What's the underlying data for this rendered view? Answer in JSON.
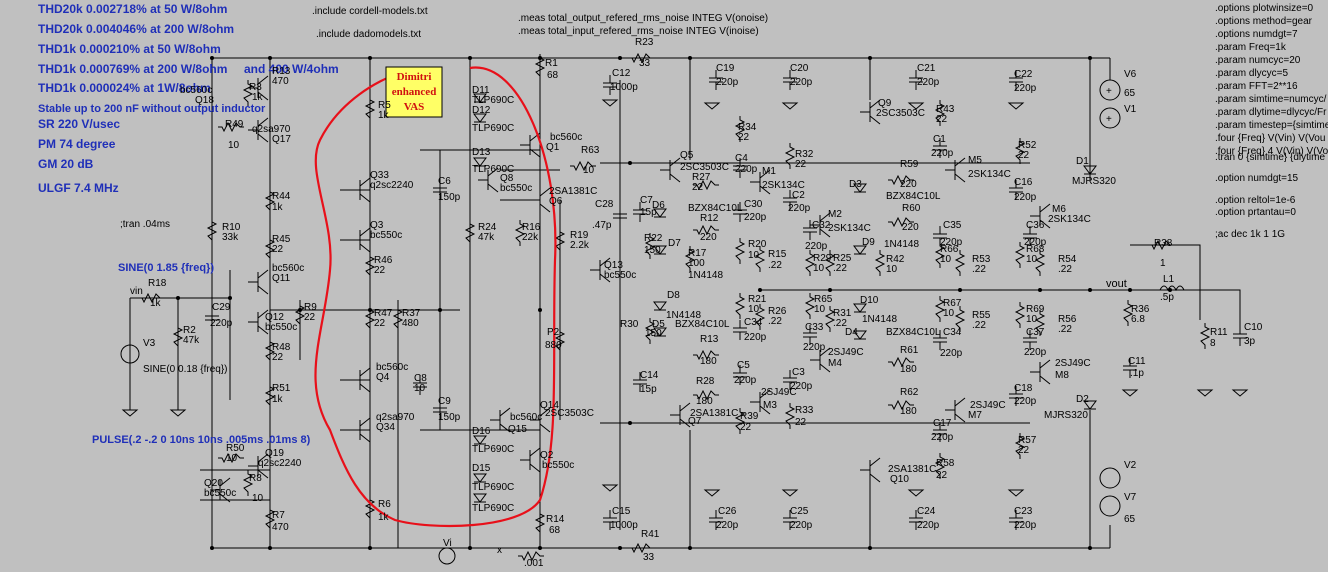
{
  "notes": {
    "thd": [
      "THD20k 0.002718% at 50 W/8ohm",
      "THD20k 0.004046% at 200 W/8ohm",
      "THD1k 0.000210% at 50 W/8ohm",
      "THD1k 0.000769% at 200 W/8ohm",
      "THD1k 0.000024% at 1W/8ohm"
    ],
    "thd_extra": "and 400 W/4ohm",
    "stable": "Stable up to 200 nF without output inductor",
    "specs": [
      "SR 220 V/usec",
      "PM  74 degree",
      "GM  20 dB",
      "ULGF 7.4 MHz"
    ],
    "tran_cmt": ";tran .04ms",
    "sine1": "SINE(0 1.85 {freq})",
    "sine2": "SINE(0 0.18 {freq})",
    "pulse": "PULSE(.2 -.2 0 10ns 10ns .005ms .01ms 8)"
  },
  "directives": {
    "includes": [
      ".include cordell-models.txt",
      ".include dadomodels.txt"
    ],
    "meas": [
      ".meas total_output_refered_rms_noise INTEG V(onoise)",
      ".meas total_input_refered_rms_noise INTEG V(inoise)"
    ],
    "options": [
      ".options plotwinsize=0",
      ".options method=gear",
      ".options numdgt=7",
      ".param Freq=1k",
      ".param numcyc=20",
      ".param dlycyc=5",
      ".param FFT=2**16",
      ".param simtime=numcyc/",
      ".param dlytime=dlycyc/Fr",
      ".param timestep={simtime",
      ".four {Freq} V(Vin) V(Vou",
      ".four {Freq} 4 V(Vin) V(Vo"
    ],
    "tran": ".tran 0 {simtime} {dlytime",
    "numdgt15": ".option numdgt=15",
    "reltol": ".option reltol=1e-6",
    "prtantau": ".option prtantau=0",
    "ac": ";ac dec 1k 1 1G"
  },
  "banner": {
    "line1": "Dimitri",
    "line2": "enhanced",
    "line3": "VAS",
    "bg": "#ffff66",
    "fg": "#d01010"
  },
  "nets": {
    "vin": "vin",
    "vout": "vout",
    "vi": "Vi",
    "x": "x"
  },
  "labels": [
    [
      "Q18",
      195,
      103
    ],
    [
      "bc560c",
      180,
      93
    ],
    [
      "R3",
      249,
      90
    ],
    [
      "1k",
      252,
      100
    ],
    [
      "R13",
      272,
      74
    ],
    [
      "470",
      272,
      84
    ],
    [
      "R49",
      225,
      127
    ],
    [
      "10",
      228,
      148
    ],
    [
      "q2sa970",
      252,
      132
    ],
    [
      "Q17",
      272,
      142
    ],
    [
      "R44",
      272,
      199
    ],
    [
      "1k",
      272,
      210
    ],
    [
      "Q33",
      370,
      178
    ],
    [
      "q2sc2240",
      370,
      188
    ],
    [
      "R10",
      222,
      230
    ],
    [
      "33k",
      222,
      240
    ],
    [
      "R45",
      272,
      242
    ],
    [
      "22",
      272,
      252
    ],
    [
      "Q3",
      370,
      228
    ],
    [
      "bc550c",
      370,
      238
    ],
    [
      "R46",
      374,
      263
    ],
    [
      "22",
      374,
      273
    ],
    [
      "bc560c",
      272,
      271
    ],
    [
      "Q11",
      272,
      281
    ],
    [
      "R18",
      148,
      286
    ],
    [
      "1k",
      150,
      306
    ],
    [
      "C29",
      212,
      310
    ],
    [
      "220p",
      210,
      326
    ],
    [
      "R2",
      183,
      333
    ],
    [
      "47k",
      183,
      343
    ],
    [
      "Q12",
      265,
      320
    ],
    [
      "bc550c",
      265,
      330
    ],
    [
      "R9",
      304,
      310
    ],
    [
      "22",
      304,
      320
    ],
    [
      "R47",
      374,
      316
    ],
    [
      "22",
      374,
      326
    ],
    [
      "R37",
      402,
      316
    ],
    [
      "480",
      402,
      326
    ],
    [
      "R48",
      272,
      350
    ],
    [
      "22",
      272,
      360
    ],
    [
      "V3",
      143,
      346
    ],
    [
      "bc560c",
      376,
      370
    ],
    [
      "Q4",
      376,
      380
    ],
    [
      "C8",
      414,
      381
    ],
    [
      "10",
      414,
      391
    ],
    [
      "R51",
      272,
      391
    ],
    [
      "1k",
      272,
      402
    ],
    [
      "q2sa970",
      376,
      420
    ],
    [
      "Q34",
      376,
      430
    ],
    [
      "C9",
      438,
      404
    ],
    [
      "150p",
      438,
      420
    ],
    [
      "R50",
      226,
      451
    ],
    [
      "10",
      226,
      461
    ],
    [
      "Q19",
      265,
      456
    ],
    [
      "q2sc2240",
      258,
      466
    ],
    [
      "Q20",
      204,
      486
    ],
    [
      "bc550c",
      204,
      496
    ],
    [
      "R8",
      249,
      481
    ],
    [
      "10",
      252,
      501
    ],
    [
      "R7",
      272,
      518
    ],
    [
      "470",
      272,
      530
    ],
    [
      "R6",
      378,
      507
    ],
    [
      "1k",
      378,
      520
    ],
    [
      "R5",
      378,
      108
    ],
    [
      "1k",
      378,
      118
    ],
    [
      "C6",
      438,
      184
    ],
    [
      "150p",
      438,
      200
    ],
    [
      "R24",
      478,
      230
    ],
    [
      "47k",
      478,
      240
    ],
    [
      "R16",
      522,
      230
    ],
    [
      "22k",
      522,
      240
    ],
    [
      "D11",
      472,
      93
    ],
    [
      "TLP690C",
      472,
      103
    ],
    [
      "D12",
      472,
      113
    ],
    [
      "TLP690C",
      472,
      131
    ],
    [
      "D13",
      472,
      155
    ],
    [
      "TLP690C",
      472,
      172
    ],
    [
      "Q8",
      500,
      181
    ],
    [
      "bc550c",
      500,
      191
    ],
    [
      "R1",
      545,
      66
    ],
    [
      "68",
      547,
      78
    ],
    [
      "bc560c",
      550,
      140
    ],
    [
      "Q1",
      546,
      150
    ],
    [
      "2SA1381C",
      549,
      194
    ],
    [
      "Q6",
      549,
      204
    ],
    [
      "C28",
      595,
      207
    ],
    [
      ".47p",
      592,
      228
    ],
    [
      "R19",
      570,
      238
    ],
    [
      "2.2k",
      570,
      248
    ],
    [
      "Q13",
      604,
      268
    ],
    [
      "bc550c",
      604,
      278
    ],
    [
      "P2",
      547,
      335
    ],
    [
      "880",
      545,
      348
    ],
    [
      "R63",
      581,
      153
    ],
    [
      "10",
      583,
      173
    ],
    [
      "C12",
      612,
      76
    ],
    [
      "1000p",
      610,
      90
    ],
    [
      "R23",
      635,
      45
    ],
    [
      "33",
      639,
      66
    ],
    [
      "Q14",
      540,
      408
    ],
    [
      "2SC3503C",
      545,
      416
    ],
    [
      "bc560c",
      510,
      420
    ],
    [
      "Q15",
      508,
      432
    ],
    [
      "D16",
      472,
      434
    ],
    [
      "TLP690C",
      472,
      452
    ],
    [
      "Q2",
      540,
      458
    ],
    [
      "bc550c",
      542,
      468
    ],
    [
      "D15",
      472,
      471
    ],
    [
      "TLP690C",
      472,
      490
    ],
    [
      "TLP690C",
      472,
      511
    ],
    [
      "R14",
      546,
      522
    ],
    [
      "68",
      549,
      533
    ],
    [
      "C15",
      612,
      514
    ],
    [
      "1000p",
      610,
      528
    ],
    [
      "R41",
      641,
      537
    ],
    [
      "33",
      643,
      560
    ],
    [
      ".001",
      524,
      566
    ],
    [
      "C19",
      716,
      71
    ],
    [
      "220p",
      716,
      85
    ],
    [
      "C20",
      790,
      71
    ],
    [
      "220p",
      790,
      85
    ],
    [
      "Q5",
      680,
      158
    ],
    [
      "2SC3503C",
      680,
      170
    ],
    [
      "R27",
      692,
      180
    ],
    [
      "22",
      692,
      190
    ],
    [
      "R34",
      738,
      130
    ],
    [
      "22",
      738,
      140
    ],
    [
      "C4",
      735,
      161
    ],
    [
      "220p",
      735,
      172
    ],
    [
      "M1",
      762,
      174
    ],
    [
      "2SK134C",
      762,
      188
    ],
    [
      "C30",
      744,
      207
    ],
    [
      "220p",
      744,
      220
    ],
    [
      "C7",
      640,
      203
    ],
    [
      "15p",
      640,
      215
    ],
    [
      "D6",
      652,
      208
    ],
    [
      "BZX84C10L",
      688,
      211
    ],
    [
      "R12",
      700,
      221
    ],
    [
      "220",
      700,
      240
    ],
    [
      "R22",
      644,
      241
    ],
    [
      "150",
      644,
      253
    ],
    [
      "D7",
      668,
      246
    ],
    [
      "R17",
      688,
      256
    ],
    [
      "100",
      688,
      266
    ],
    [
      "1N4148",
      688,
      278
    ],
    [
      "R20",
      748,
      247
    ],
    [
      "10",
      748,
      258
    ],
    [
      "R15",
      768,
      257
    ],
    [
      ".22",
      768,
      268
    ],
    [
      "R32",
      795,
      157
    ],
    [
      "22",
      795,
      167
    ],
    [
      "C2",
      792,
      198
    ],
    [
      "220p",
      788,
      211
    ],
    [
      "M2",
      828,
      217
    ],
    [
      "2SK134C",
      828,
      231
    ],
    [
      "C32",
      812,
      228
    ],
    [
      "R29",
      813,
      261
    ],
    [
      "10",
      813,
      271
    ],
    [
      "R25",
      833,
      261
    ],
    [
      ".22",
      833,
      271
    ],
    [
      "220p",
      805,
      249
    ],
    [
      "R30",
      620,
      327
    ],
    [
      "D5",
      652,
      327
    ],
    [
      "150",
      645,
      336
    ],
    [
      "D8",
      667,
      298
    ],
    [
      "1N4148",
      666,
      318
    ],
    [
      "BZX84C10L",
      675,
      327
    ],
    [
      "R13",
      700,
      342
    ],
    [
      "180",
      700,
      364
    ],
    [
      "C14",
      640,
      378
    ],
    [
      "15p",
      640,
      392
    ],
    [
      "R28",
      696,
      384
    ],
    [
      "180",
      696,
      404
    ],
    [
      "Q7",
      688,
      424
    ],
    [
      "2SA1381C",
      690,
      416
    ],
    [
      "C5",
      737,
      368
    ],
    [
      "220p",
      734,
      383
    ],
    [
      "R39",
      740,
      419
    ],
    [
      "22",
      740,
      430
    ],
    [
      "M3",
      763,
      408
    ],
    [
      "2SJ49C",
      761,
      395
    ],
    [
      "R21",
      748,
      302
    ],
    [
      "10",
      748,
      312
    ],
    [
      "R26",
      768,
      314
    ],
    [
      ".22",
      768,
      324
    ],
    [
      "C34",
      744,
      325
    ],
    [
      "220p",
      744,
      340
    ],
    [
      "C3",
      792,
      375
    ],
    [
      "220p",
      790,
      389
    ],
    [
      "R33",
      795,
      413
    ],
    [
      "22",
      795,
      425
    ],
    [
      "R65",
      814,
      302
    ],
    [
      "10",
      814,
      312
    ],
    [
      "R31",
      833,
      316
    ],
    [
      ".22",
      833,
      326
    ],
    [
      "C33",
      805,
      330
    ],
    [
      "220p",
      803,
      350
    ],
    [
      "M4",
      828,
      366
    ],
    [
      "2SJ49C",
      828,
      355
    ],
    [
      "C26",
      718,
      514
    ],
    [
      "220p",
      716,
      528
    ],
    [
      "C25",
      790,
      514
    ],
    [
      "220p",
      790,
      528
    ],
    [
      "Q9",
      878,
      106
    ],
    [
      "2SC3503C",
      876,
      116
    ],
    [
      "C21",
      917,
      71
    ],
    [
      "220p",
      917,
      85
    ],
    [
      "R43",
      936,
      112
    ],
    [
      "22",
      936,
      122
    ],
    [
      "C1",
      933,
      142
    ],
    [
      "220p",
      931,
      156
    ],
    [
      "D3",
      849,
      187
    ],
    [
      "R59",
      900,
      167
    ],
    [
      "220",
      900,
      187
    ],
    [
      "BZX84C10L",
      886,
      199
    ],
    [
      "R60",
      902,
      211
    ],
    [
      "220",
      902,
      230
    ],
    [
      "D9",
      862,
      245
    ],
    [
      "1N4148",
      884,
      247
    ],
    [
      "R42",
      886,
      262
    ],
    [
      "10",
      886,
      272
    ],
    [
      "M5",
      968,
      163
    ],
    [
      "2SK134C",
      968,
      177
    ],
    [
      "C22",
      1014,
      77
    ],
    [
      "220p",
      1014,
      91
    ],
    [
      "R52",
      1018,
      148
    ],
    [
      "22",
      1018,
      158
    ],
    [
      "C16",
      1014,
      185
    ],
    [
      "220p",
      1014,
      200
    ],
    [
      "M6",
      1052,
      212
    ],
    [
      "2SK134C",
      1048,
      222
    ],
    [
      "C35",
      943,
      228
    ],
    [
      "220p",
      940,
      245
    ],
    [
      "R66",
      940,
      252
    ],
    [
      "10",
      940,
      262
    ],
    [
      "R53",
      972,
      262
    ],
    [
      ".22",
      972,
      272
    ],
    [
      "C36",
      1026,
      228
    ],
    [
      "220p",
      1024,
      245
    ],
    [
      "R68",
      1026,
      252
    ],
    [
      "10",
      1026,
      262
    ],
    [
      "R54",
      1058,
      262
    ],
    [
      ".22",
      1058,
      272
    ],
    [
      "D1",
      1076,
      164
    ],
    [
      "MJRS320",
      1072,
      184
    ],
    [
      "D10",
      860,
      303
    ],
    [
      "D4",
      845,
      335
    ],
    [
      "1N4148",
      862,
      322
    ],
    [
      "BZX84C10L",
      886,
      335
    ],
    [
      "R67",
      943,
      306
    ],
    [
      "10",
      943,
      316
    ],
    [
      "R55",
      972,
      318
    ],
    [
      ".22",
      972,
      328
    ],
    [
      "C34",
      943,
      335
    ],
    [
      "220p",
      940,
      356
    ],
    [
      "R61",
      900,
      353
    ],
    [
      "180",
      900,
      372
    ],
    [
      "R69",
      1026,
      312
    ],
    [
      "10",
      1026,
      322
    ],
    [
      "R56",
      1058,
      322
    ],
    [
      ".22",
      1058,
      332
    ],
    [
      "C37",
      1026,
      335
    ],
    [
      "220p",
      1024,
      355
    ],
    [
      "M8",
      1055,
      378
    ],
    [
      "2SJ49C",
      1055,
      366
    ],
    [
      "C18",
      1014,
      391
    ],
    [
      "220p",
      1014,
      404
    ],
    [
      "R62",
      900,
      395
    ],
    [
      "180",
      900,
      414
    ],
    [
      "M7",
      968,
      418
    ],
    [
      "2SJ49C",
      970,
      408
    ],
    [
      "C17",
      933,
      426
    ],
    [
      "220p",
      931,
      440
    ],
    [
      "R58",
      936,
      466
    ],
    [
      "22",
      936,
      478
    ],
    [
      "2SA1381C",
      888,
      472
    ],
    [
      "Q10",
      890,
      482
    ],
    [
      "R57",
      1018,
      443
    ],
    [
      "22",
      1018,
      453
    ],
    [
      "MJRS320",
      1044,
      418
    ],
    [
      "D2",
      1076,
      402
    ],
    [
      "C24",
      917,
      514
    ],
    [
      "220p",
      917,
      528
    ],
    [
      "C23",
      1014,
      514
    ],
    [
      "220p",
      1014,
      528
    ],
    [
      "V6",
      1124,
      77
    ],
    [
      "65",
      1124,
      96
    ],
    [
      "V1",
      1124,
      112
    ],
    [
      "R38",
      1154,
      246
    ],
    [
      "1",
      1160,
      266
    ],
    [
      "L1",
      1163,
      282
    ],
    [
      ".5p",
      1160,
      300
    ],
    [
      "R36",
      1131,
      312
    ],
    [
      "6.8",
      1131,
      322
    ],
    [
      "C11",
      1128,
      364
    ],
    [
      ".1p",
      1130,
      376
    ],
    [
      "R11",
      1210,
      335
    ],
    [
      "8",
      1210,
      346
    ],
    [
      "C10",
      1244,
      330
    ],
    [
      "3p",
      1244,
      344
    ],
    [
      "V2",
      1124,
      468
    ],
    [
      "V7",
      1124,
      500
    ],
    [
      "65",
      1124,
      522
    ]
  ]
}
